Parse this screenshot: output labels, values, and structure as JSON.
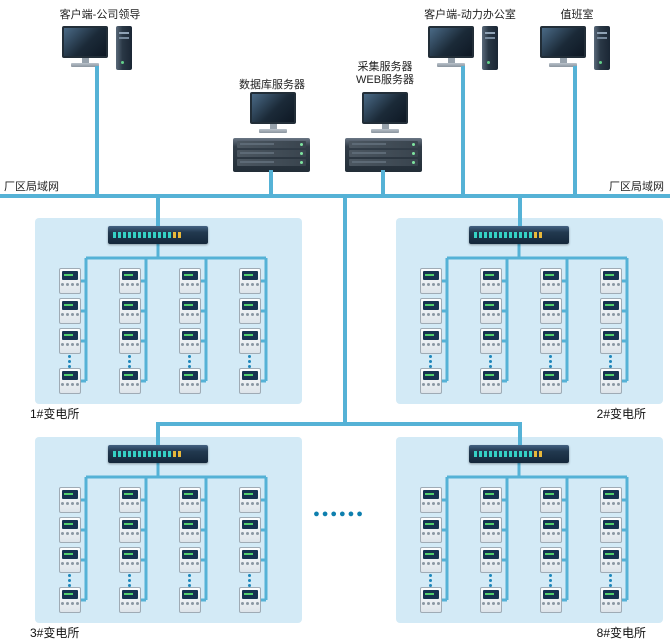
{
  "devices": {
    "client_leader": {
      "label": "客户端-公司领导"
    },
    "database_server": {
      "label": "数据库服务器"
    },
    "collect_server": {
      "label_line1": "采集服务器",
      "label_line2": "WEB服务器"
    },
    "client_power_office": {
      "label": "客户端-动力办公室"
    },
    "duty_room": {
      "label": "值班室"
    }
  },
  "network": {
    "lan_label_left": "厂区局域网",
    "lan_label_right": "厂区局域网"
  },
  "substations": [
    {
      "label": "1#变电所"
    },
    {
      "label": "2#变电所"
    },
    {
      "label": "3#变电所"
    },
    {
      "label": "8#变电所"
    }
  ],
  "more_substations_ellipsis": "●●●●●●",
  "panel_layout": {
    "meter_columns": 4,
    "meter_rows": 4,
    "has_switch": true
  },
  "colors": {
    "line": "#55b2d6",
    "panel_bg": "#d3eaf6",
    "continuation_dot": "#1d86ba",
    "ellipsis_dot": "#0e7fae"
  }
}
